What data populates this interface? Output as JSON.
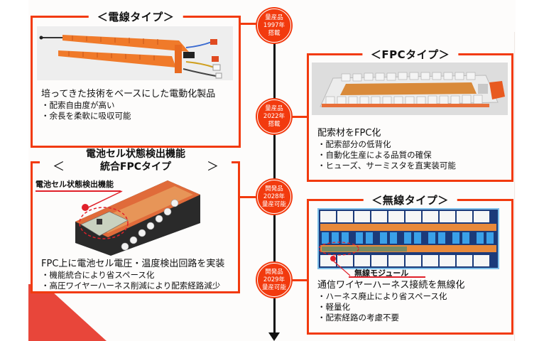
{
  "colors": {
    "accent": "#f23a0e",
    "axis": "#111111",
    "milestone_text": "#ffffff"
  },
  "timeline": {
    "milestones": [
      {
        "status": "量産品",
        "year": "1997年",
        "note": "搭載"
      },
      {
        "status": "量産品",
        "year": "2022年",
        "note": "搭載"
      },
      {
        "status": "開発品",
        "year": "2028年",
        "note": "量産可能"
      },
      {
        "status": "開発品",
        "year": "2029年",
        "note": "量産可能"
      }
    ]
  },
  "cards": {
    "wire": {
      "title": "＜電線タイプ＞",
      "lead": "培ってきた技術をベースにした電動化製品",
      "bullets": [
        "・配索自由度が高い",
        "・余長を柔軟に吸収可能"
      ],
      "image": "orange-wire-harness-photo"
    },
    "fpc": {
      "title": "＜FPCタイプ＞",
      "lead": "配索材をFPC化",
      "bullets": [
        "・配索部分の低背化",
        "・自動化生産による品質の確保",
        "・ヒューズ、サーミスタを直実装可能"
      ],
      "image": "fpc-busbar-module-photo"
    },
    "integrated": {
      "title_open": "＜",
      "title_line1": "電池セル状態検出機能",
      "title_line2": "統合FPCタイプ",
      "title_close": "＞",
      "callout": "電池セル状態検出機能",
      "lead": "FPC上に電池セル電圧・温度検出回路を実装",
      "bullets": [
        "・機能統合により省スペース化",
        "・高圧ワイヤーハーネス削減により配索経路減少"
      ],
      "image": "battery-module-with-fpc-photo"
    },
    "wireless": {
      "title": "＜無線タイプ＞",
      "callout": "無線モジュール",
      "lead": "通信ワイヤーハーネス接続を無線化",
      "bullets": [
        "・ハーネス廃止により省スペース化",
        "・軽量化",
        "・配索経路の考慮不要"
      ],
      "image": "wireless-battery-module-photo"
    }
  }
}
